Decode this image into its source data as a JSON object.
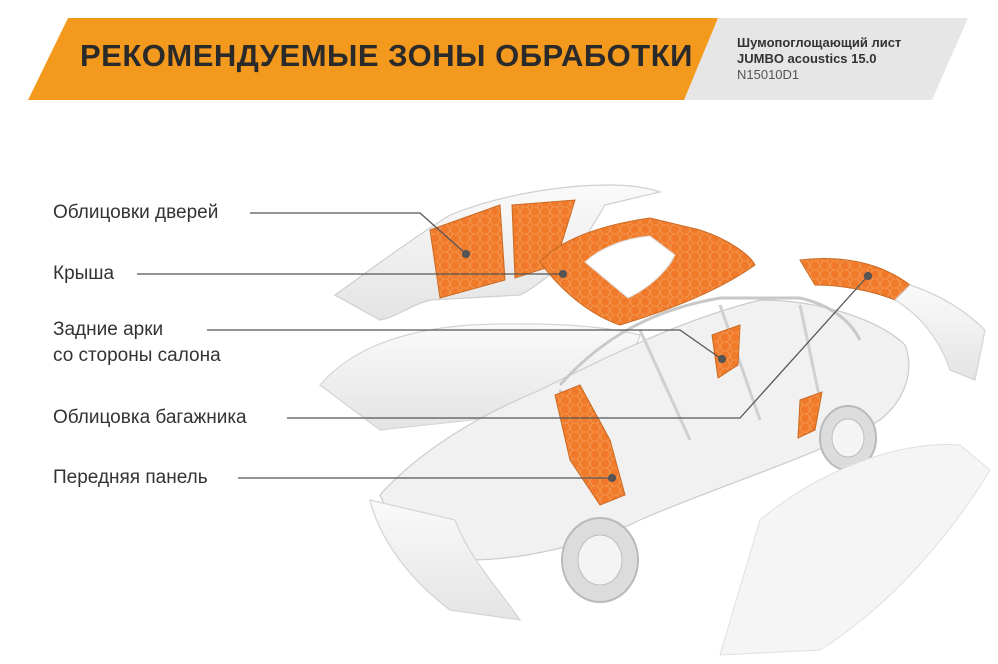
{
  "header": {
    "title": "РЕКОМЕНДУЕМЫЕ ЗОНЫ ОБРАБОТКИ",
    "product_line1": "Шумопоглощающий лист",
    "product_line2": "JUMBO acoustics 15.0",
    "product_code": "N15010D1"
  },
  "callouts": [
    {
      "label": "Облицовки дверей"
    },
    {
      "label": "Крыша"
    },
    {
      "label_line1": "Задние арки",
      "label_line2": "со стороны салона"
    },
    {
      "label": "Облицовка багажника"
    },
    {
      "label": "Передняя панель"
    }
  ],
  "colors": {
    "accent": "#F39A1E",
    "treated_zone": "#F07A2A",
    "banner_gray": "#E6E6E6",
    "text": "#333333"
  }
}
